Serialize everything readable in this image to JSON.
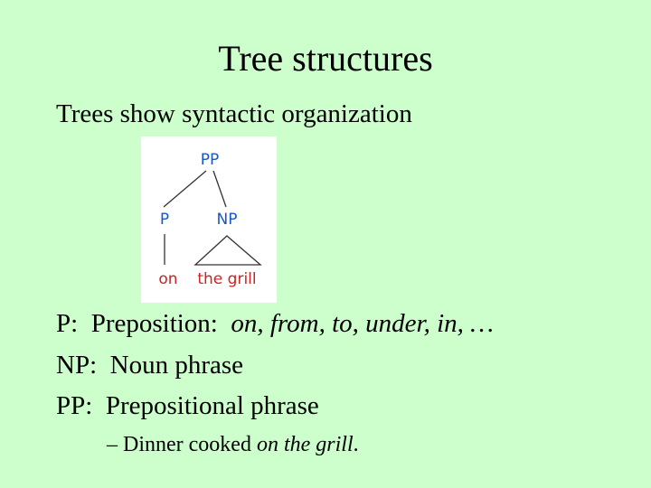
{
  "slide": {
    "title": "Tree structures",
    "intro": "Trees show syntactic organization",
    "definitions": [
      {
        "label": "P:",
        "text": "Preposition:",
        "examples": "on, from, to, under, in, …"
      },
      {
        "label": "NP:",
        "text": "Noun phrase"
      },
      {
        "label": "PP:",
        "text": "Prepositional phrase"
      }
    ],
    "example": {
      "dash": "–",
      "before": "Dinner cooked",
      "italic": "on the grill",
      "after": "."
    }
  },
  "tree": {
    "root": "PP",
    "left": "P",
    "right": "NP",
    "left_leaf": "on",
    "right_leaf": "the grill",
    "colors": {
      "labels": "#1a56c8",
      "leaves": "#cc2222",
      "background": "#ffffff"
    }
  }
}
